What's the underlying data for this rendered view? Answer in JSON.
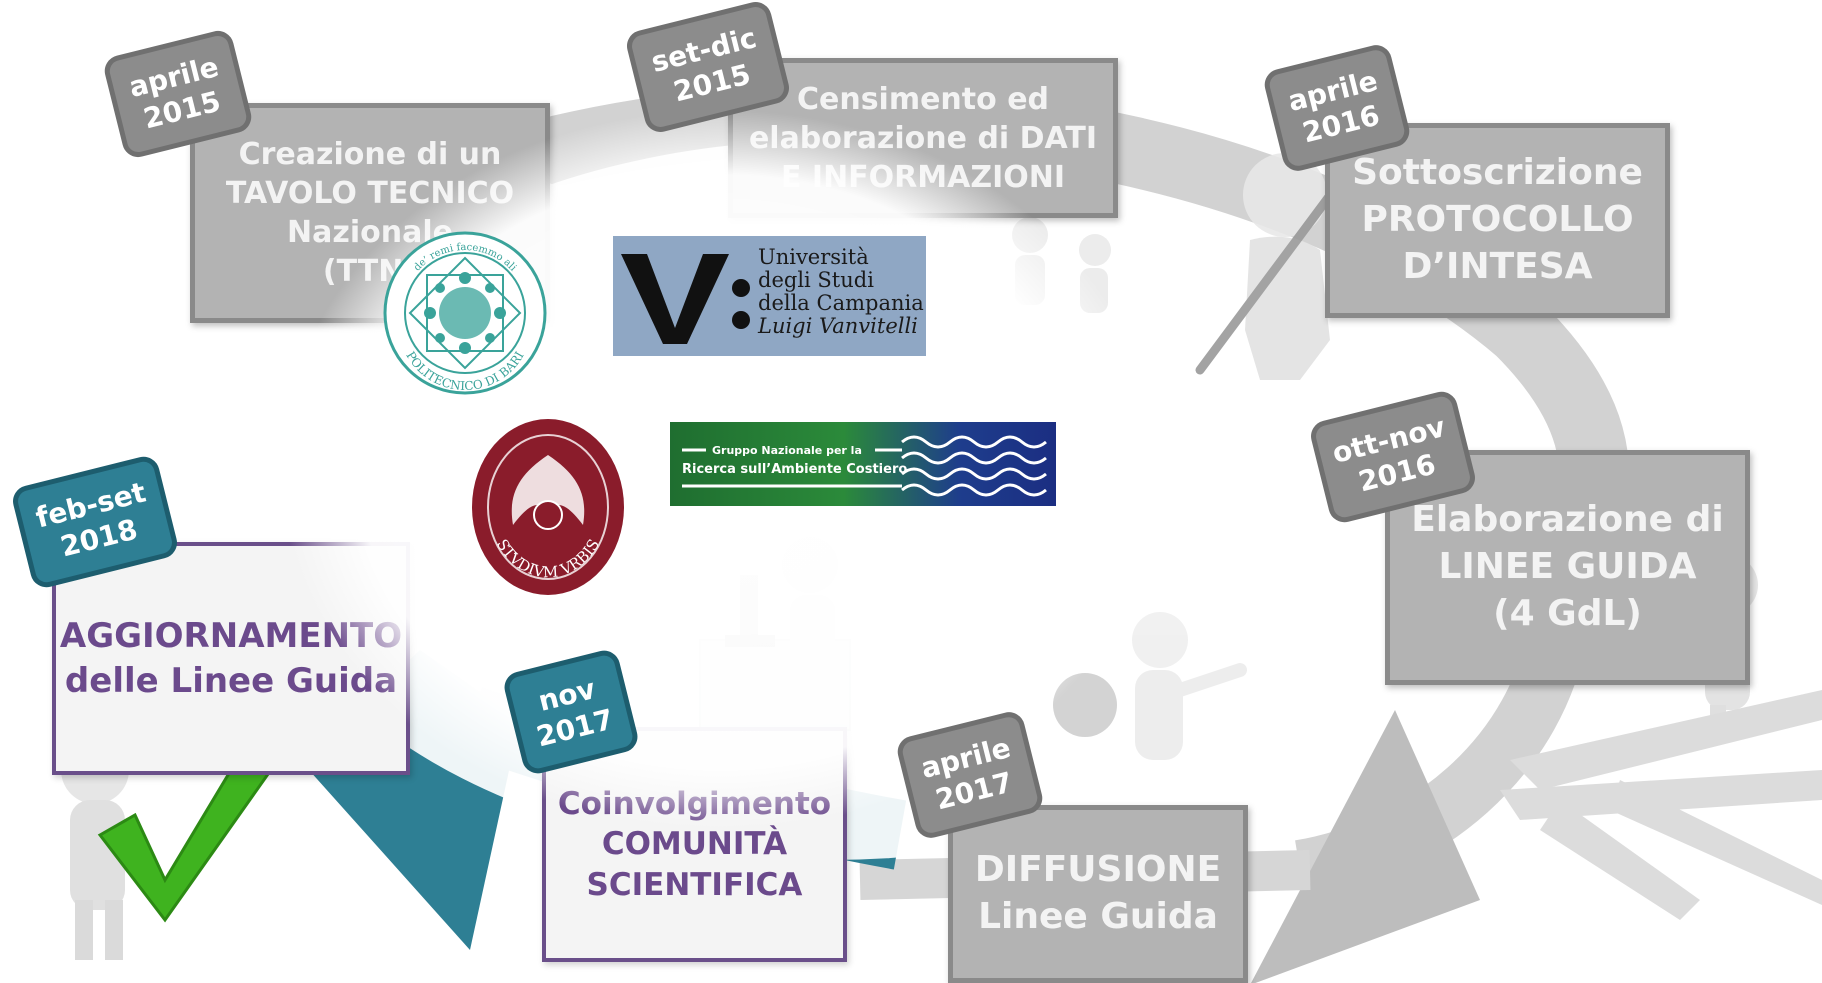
{
  "steps": {
    "tavolo": {
      "date": "aprile\n2015",
      "text": "Creazione di un\nTAVOLO TECNICO\nNazionale\n(TTN)"
    },
    "censimento": {
      "date": "set-dic\n2015",
      "text": "Censimento ed\nelaborazione di DATI\nE INFORMAZIONI"
    },
    "protocollo": {
      "date": "aprile\n2016",
      "text": "Sottoscrizione\nPROTOCOLLO\nD’INTESA"
    },
    "linee_guida": {
      "date": "ott-nov\n2016",
      "text": "Elaborazione di\nLINEE GUIDA\n(4 GdL)"
    },
    "diffusione": {
      "date": "aprile\n2017",
      "text": "DIFFUSIONE\nLinee Guida"
    },
    "comunita": {
      "date": "nov\n2017",
      "text": "Coinvolgimento\nCOMUNITÀ\nSCIENTIFICA"
    },
    "aggiornamento": {
      "date": "feb-set\n2018",
      "text": "AGGIORNAMENTO\ndelle Linee Guida"
    }
  },
  "logos": {
    "vanvitelli": {
      "lines": [
        "Università",
        "degli Studi",
        "della Campania"
      ],
      "italic": "Luigi Vanvitelli"
    },
    "gnrac": {
      "line1": "Gruppo Nazionale per la",
      "line2": "Ricerca sull’Ambiente Costiero"
    },
    "poliba": {
      "ring_top": "de’ remi facemmo ali",
      "ring_bottom": "POLITECNICO DI BARI"
    },
    "sapienza": {
      "ring_text": "STVDIVM VRBIS"
    }
  },
  "colors": {
    "grey_box": "#b3b3b3",
    "grey_tag": "#8c8c8c",
    "teal": "#2e7f94",
    "purple_text": "#6b4a8c",
    "check_green": "#3fb31f",
    "sapienza_red": "#8a1c2b"
  }
}
